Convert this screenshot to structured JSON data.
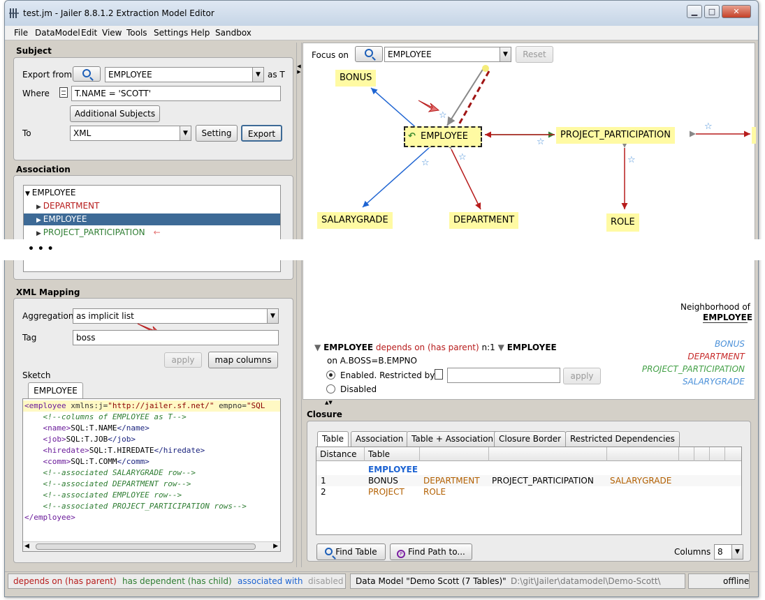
{
  "window": {
    "title": "test.jm - Jailer 8.8.1.2 Extraction Model Editor"
  },
  "menu": [
    "File",
    "DataModel",
    "Edit",
    "View",
    "Tools",
    "Settings",
    "Help",
    "Sandbox"
  ],
  "subject": {
    "header": "Subject",
    "export_from_label": "Export from",
    "export_from_value": "EMPLOYEE",
    "as_label": "as T",
    "where_label": "Where",
    "where_value": "T.NAME = 'SCOTT'",
    "additional_subjects": "Additional Subjects",
    "to_label": "To",
    "to_value": "XML",
    "setting_button": "Setting",
    "export_button": "Export"
  },
  "association": {
    "header": "Association",
    "root": "EMPLOYEE",
    "children": [
      {
        "label": "DEPARTMENT",
        "color": "#b71c1c"
      },
      {
        "label": "EMPLOYEE",
        "color": "#ffffff"
      },
      {
        "label": "PROJECT_PARTICIPATION",
        "color": "#2e7d32"
      }
    ],
    "arrow": "←"
  },
  "ellipsis": "• • •",
  "xml_mapping": {
    "header": "XML Mapping",
    "aggregation_label": "Aggregation",
    "aggregation_value": "as implicit list",
    "tag_label": "Tag",
    "tag_value": "boss",
    "apply_button": "apply",
    "map_columns_button": "map columns",
    "sketch_label": "Sketch",
    "sketch_tab": "EMPLOYEE",
    "code": [
      "<employee xmlns:j=\"http://jailer.sf.net/\" empno=\"SQL",
      "    <!--columns of EMPLOYEE as T-->",
      "    <name>SQL:T.NAME</name>",
      "    <job>SQL:T.JOB</job>",
      "    <hiredate>SQL:T.HIREDATE</hiredate>",
      "    <comm>SQL:T.COMM</comm>",
      "    <!--associated SALARYGRADE row-->",
      "    <!--associated DEPARTMENT row-->",
      "    <!--associated EMPLOYEE row-->",
      "    <!--associated PROJECT_PARTICIPATION rows-->",
      "</employee>"
    ]
  },
  "graph": {
    "focus_label": "Focus on",
    "focus_value": "EMPLOYEE",
    "reset_button": "Reset",
    "nodes": {
      "bonus": "BONUS",
      "employee": "EMPLOYEE",
      "project_participation": "PROJECT_PARTICIPATION",
      "salarygrade": "SALARYGRADE",
      "department": "DEPARTMENT",
      "role": "ROLE"
    }
  },
  "neighborhood": {
    "title": "Neighborhood of",
    "table": "EMPLOYEE",
    "items": [
      {
        "label": "BONUS",
        "color": "#4a90d9"
      },
      {
        "label": "DEPARTMENT",
        "color": "#c62828"
      },
      {
        "label": "PROJECT_PARTICIPATION",
        "color": "#43a047"
      },
      {
        "label": "SALARYGRADE",
        "color": "#4a90d9"
      }
    ]
  },
  "dependency": {
    "from": "EMPLOYEE",
    "relation": "depends on (has parent)",
    "cardinality": "n:1",
    "to": "EMPLOYEE",
    "condition": "on A.BOSS=B.EMPNO",
    "enabled_label": "Enabled. Restricted by",
    "disabled_label": "Disabled",
    "apply_button": "apply"
  },
  "closure": {
    "header": "Closure",
    "tabs": [
      "Table",
      "Association",
      "Table + Association",
      "Closure Border",
      "Restricted Dependencies"
    ],
    "columns": [
      "Distance",
      "Table"
    ],
    "root": "EMPLOYEE",
    "rows": [
      {
        "distance": "1",
        "cells": [
          "BONUS",
          "DEPARTMENT",
          "PROJECT_PARTICIPATION",
          "SALARYGRADE"
        ]
      },
      {
        "distance": "2",
        "cells": [
          "PROJECT",
          "ROLE"
        ]
      }
    ],
    "find_table": "Find Table",
    "find_path": "Find Path to...",
    "columns_label": "Columns",
    "columns_value": "8"
  },
  "status": {
    "depends_on": "depends on (has parent)",
    "has_dependent": "has dependent (has child)",
    "associated_with": "associated with",
    "disabled": "disabled",
    "data_model": "Data Model \"Demo Scott (7 Tables)\"",
    "path": "D:\\git\\Jailer\\datamodel\\Demo-Scott\\",
    "mode": "offline"
  },
  "colors": {
    "depends": "#b71c1c",
    "dependent": "#2e7d32",
    "associated": "#1e64d2",
    "disabled": "#9a9a9a",
    "selection": "#3d6a96"
  }
}
